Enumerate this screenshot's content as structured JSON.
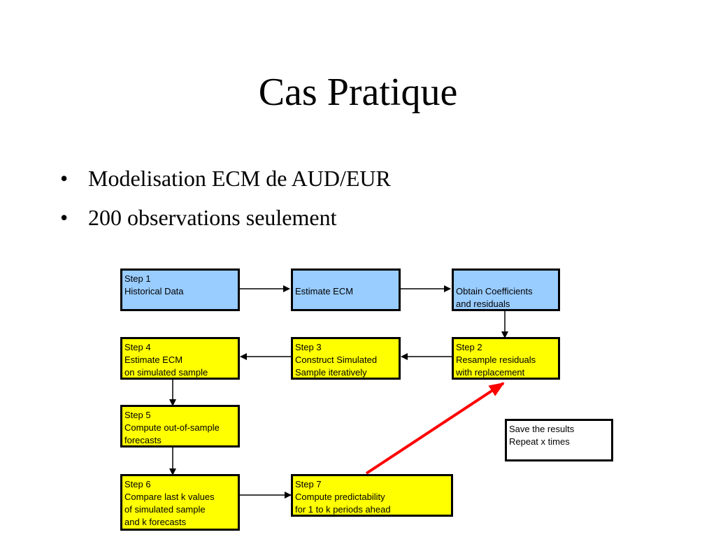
{
  "slide": {
    "title": "Cas Pratique",
    "bullets": [
      "Modelisation ECM de AUD/EUR",
      "200 observations seulement"
    ]
  },
  "diagram": {
    "step1": [
      "Step 1",
      "Historical Data"
    ],
    "estimate_ecm": [
      "Estimate ECM"
    ],
    "obtain": [
      "Obtain Coefficients",
      "and residuals"
    ],
    "step2": [
      "Step 2",
      "Resample residuals",
      "with replacement"
    ],
    "step3": [
      "Step 3",
      "Construct Simulated",
      "Sample iteratively"
    ],
    "step4": [
      "Step 4",
      "Estimate ECM",
      "on simulated sample"
    ],
    "step5": [
      "Step 5",
      "Compute out-of-sample",
      "forecasts"
    ],
    "step6": [
      "Step 6",
      "Compare last k values",
      "of simulated sample",
      "and k forecasts"
    ],
    "step7": [
      "Step 7",
      "Compute predictability",
      "for 1 to k periods ahead"
    ],
    "note": [
      "Save the results",
      "Repeat x times"
    ]
  },
  "colors": {
    "input_box": "#99ccff",
    "step_box": "#ffff00",
    "note_box": "#ffffff",
    "loop_arrow": "#ff0000"
  }
}
